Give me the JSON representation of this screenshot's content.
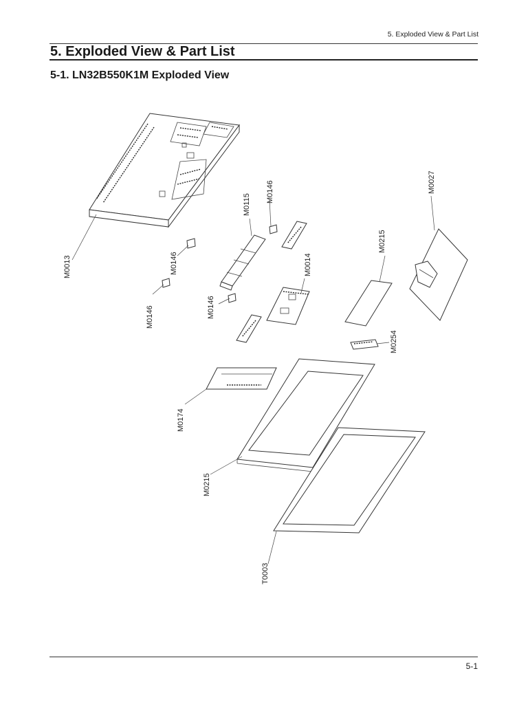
{
  "header": {
    "running_title": "5. Exploded View & Part List",
    "chapter_title": "5. Exploded View & Part List",
    "section_title": "5-1. LN32B550K1M Exploded View"
  },
  "diagram": {
    "callouts": [
      "M0013",
      "M0146",
      "M0146",
      "M0146",
      "M0146",
      "M0115",
      "M0014",
      "M0215",
      "M0027",
      "M0254",
      "M0174",
      "M0215",
      "T0003"
    ]
  },
  "footer": {
    "page_number": "5-1"
  }
}
